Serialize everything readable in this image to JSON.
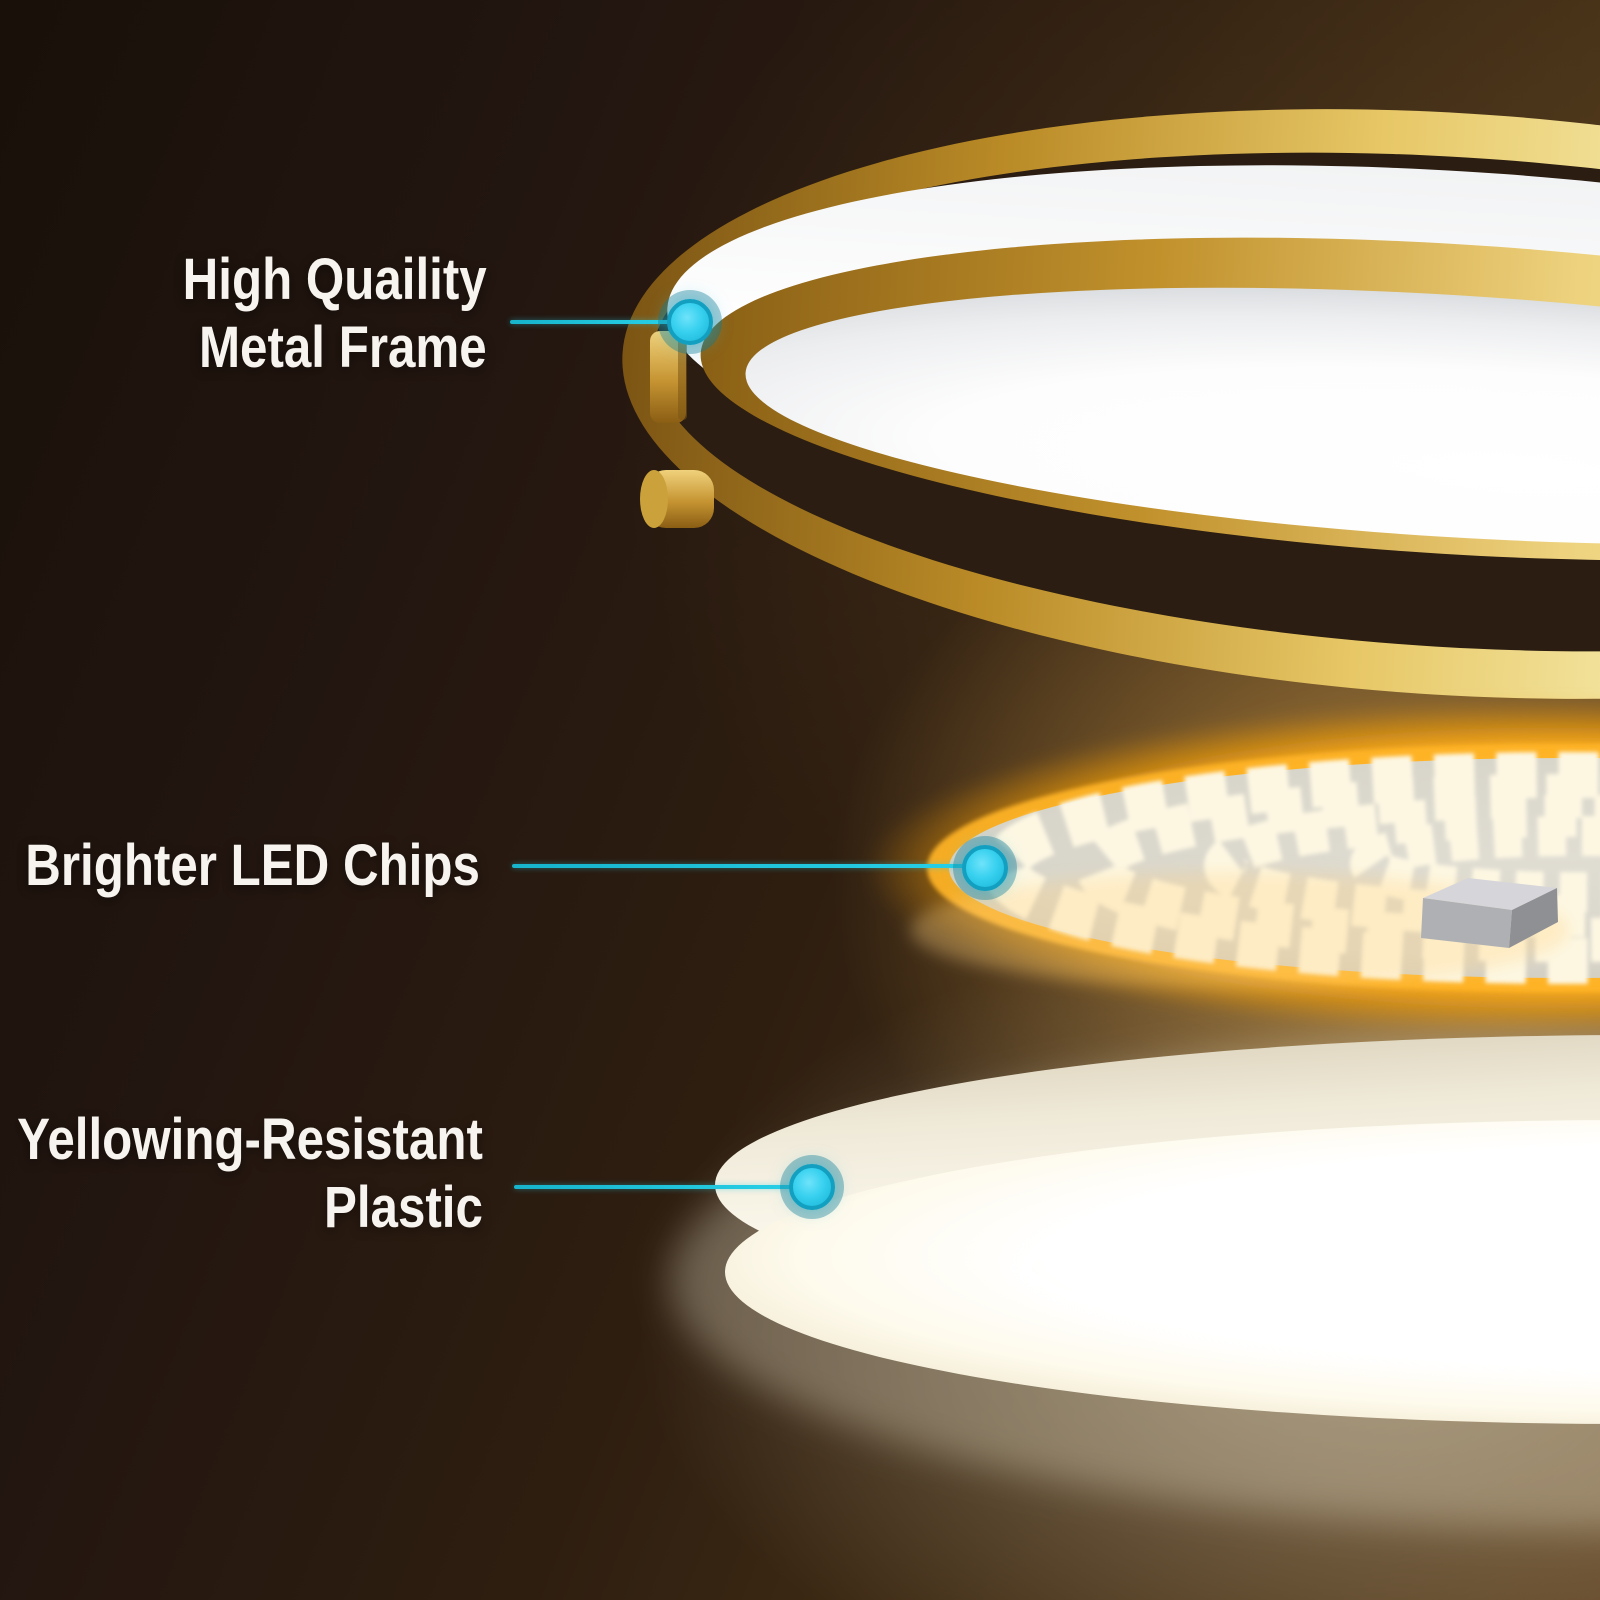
{
  "callouts": [
    {
      "id": "metal-frame",
      "line1": "High Quaility",
      "line2": "Metal Frame",
      "marker": "cyan-glow-dot"
    },
    {
      "id": "led-chips",
      "line1": "Brighter LED Chips",
      "line2": "",
      "marker": "cyan-glow-dot"
    },
    {
      "id": "plastic",
      "line1": "Yellowing-Resistant",
      "line2": "Plastic",
      "marker": "cyan-glow-dot"
    }
  ],
  "colors": {
    "background_dark": "#1c120c",
    "background_warm": "#5f4422",
    "label_text": "#f7f3ee",
    "callout_cyan": "#35d0ee",
    "callout_line": "#1cc0d8",
    "gold": "#c9952d",
    "gold_highlight": "#f7efb4",
    "led_glow_orange": "#ffb01e",
    "pcb_gray": "#d8d5ca",
    "diffuser_white": "#ffffff"
  }
}
